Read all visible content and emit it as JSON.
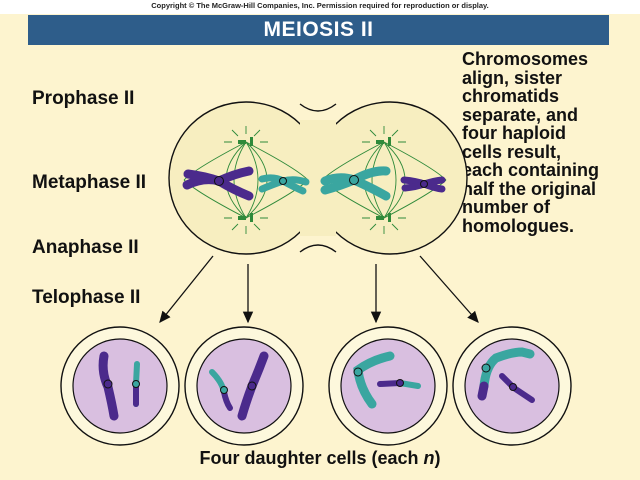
{
  "copyright": "Copyright © The McGraw-Hill Companies, Inc. Permission required for reproduction or display.",
  "title": "MEIOSIS II",
  "stages": [
    "Prophase II",
    "Metaphase II",
    "Anaphase II",
    "Telophase II"
  ],
  "description_lines": [
    "Chromosomes",
    "align, sister",
    "chromatids",
    "separate, and",
    "four haploid",
    "cells result,",
    "each containing",
    "half the original",
    "number of",
    "homologues."
  ],
  "caption": {
    "text": "Four daughter cells (each ",
    "italic": "n",
    "end": ")"
  },
  "colors": {
    "banner": "#2e5d8a",
    "background": "#fdf4cf",
    "cell_fill": "#f7eec0",
    "nucleus": "#d9bfe0",
    "purple_chromosome": "#4b2a8c",
    "teal_chromosome": "#3aa6a0",
    "spindle": "#2f8a3a"
  }
}
